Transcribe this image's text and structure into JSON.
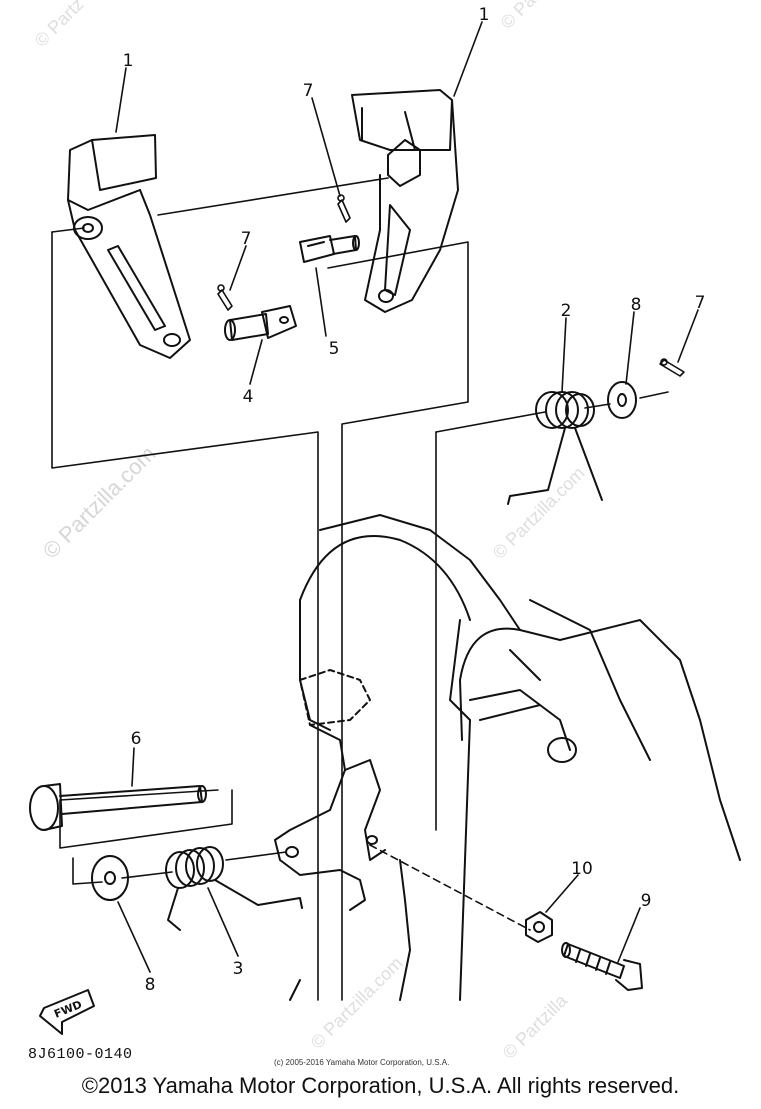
{
  "watermark": {
    "text": "© Partzilla.com",
    "corner_text": "© Partz",
    "corner_text_2": "© Partzilla",
    "fade_text": "© Partzilla.com"
  },
  "part_labels": {
    "p1a": "1",
    "p1b": "1",
    "p2": "2",
    "p3": "3",
    "p4": "4",
    "p5": "5",
    "p6": "6",
    "p7a": "7",
    "p7b": "7",
    "p7c": "7",
    "p8a": "8",
    "p8b": "8",
    "p9": "9",
    "p10": "10"
  },
  "fwd_label": "FWD",
  "diagram_code": "8J6100-0140",
  "small_copyright": "(c) 2005-2016 Yamaha Motor Corporation, U.S.A.",
  "copyright": "©2013 Yamaha Motor Corporation, U.S.A. All rights reserved."
}
